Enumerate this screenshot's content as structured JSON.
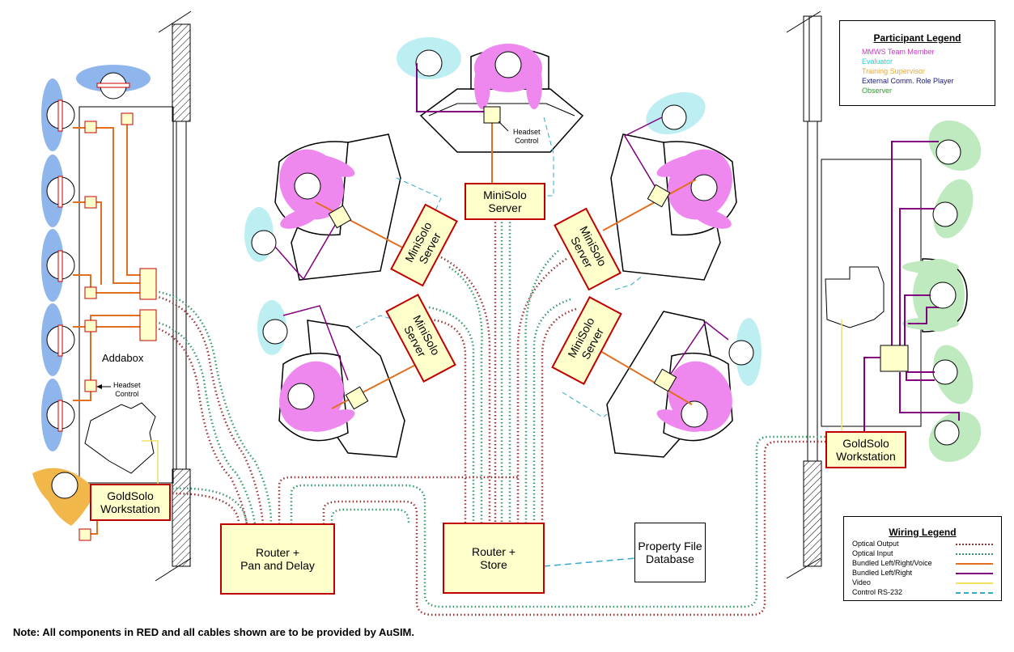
{
  "components": {
    "minisolo_top": "MiniSolo\nServer",
    "minisolo_upper_left": "MiniSolo\nServer",
    "minisolo_lower_left": "MiniSolo\nServer",
    "minisolo_upper_right": "MiniSolo\nServer",
    "minisolo_lower_right": "MiniSolo\nServer",
    "goldsolo_left": "GoldSolo\nWorkstation",
    "goldsolo_right": "GoldSolo\nWorkstation",
    "router_pan_delay": "Router +\nPan and Delay",
    "router_store": "Router +\nStore",
    "property_db": "Property File\nDatabase",
    "addabox": "Addabox",
    "headset_control_left": "Headset\nControl",
    "headset_control_top": "Headset\nControl"
  },
  "participant_legend": {
    "title": "Participant Legend",
    "items": [
      {
        "label": "MMWS Team Member",
        "color": "#cc33cc"
      },
      {
        "label": "Evaluator",
        "color": "#33cccc"
      },
      {
        "label": "Training Supervisor",
        "color": "#e6a833"
      },
      {
        "label": "External Comm. Role Player",
        "color": "#1a1a80"
      },
      {
        "label": "Observer",
        "color": "#339933"
      }
    ]
  },
  "wiring_legend": {
    "title": "Wiring Legend",
    "items": [
      {
        "label": "Optical Output",
        "color": "#993333",
        "style": "dotted"
      },
      {
        "label": "Optical Input",
        "color": "#339966",
        "style": "dotted"
      },
      {
        "label": "Bundled Left/Right/Voice",
        "color": "#e07020",
        "style": "solid"
      },
      {
        "label": "Bundled Left/Right",
        "color": "#800080",
        "style": "solid"
      },
      {
        "label": "Video",
        "color": "#f0e060",
        "style": "solid"
      },
      {
        "label": "Control RS-232",
        "color": "#33aacc",
        "style": "dashed"
      }
    ]
  },
  "note": "Note: All components in RED and all cables shown are to  be provided by AuSIM.",
  "colors": {
    "team": "#ee88ee",
    "evaluator": "#bdeef2",
    "supervisor": "#f2b74a",
    "observer": "#bfeabf",
    "blue_seat": "#8fb6ec",
    "component_fill": "#ffffcc",
    "component_border": "#c00000"
  }
}
